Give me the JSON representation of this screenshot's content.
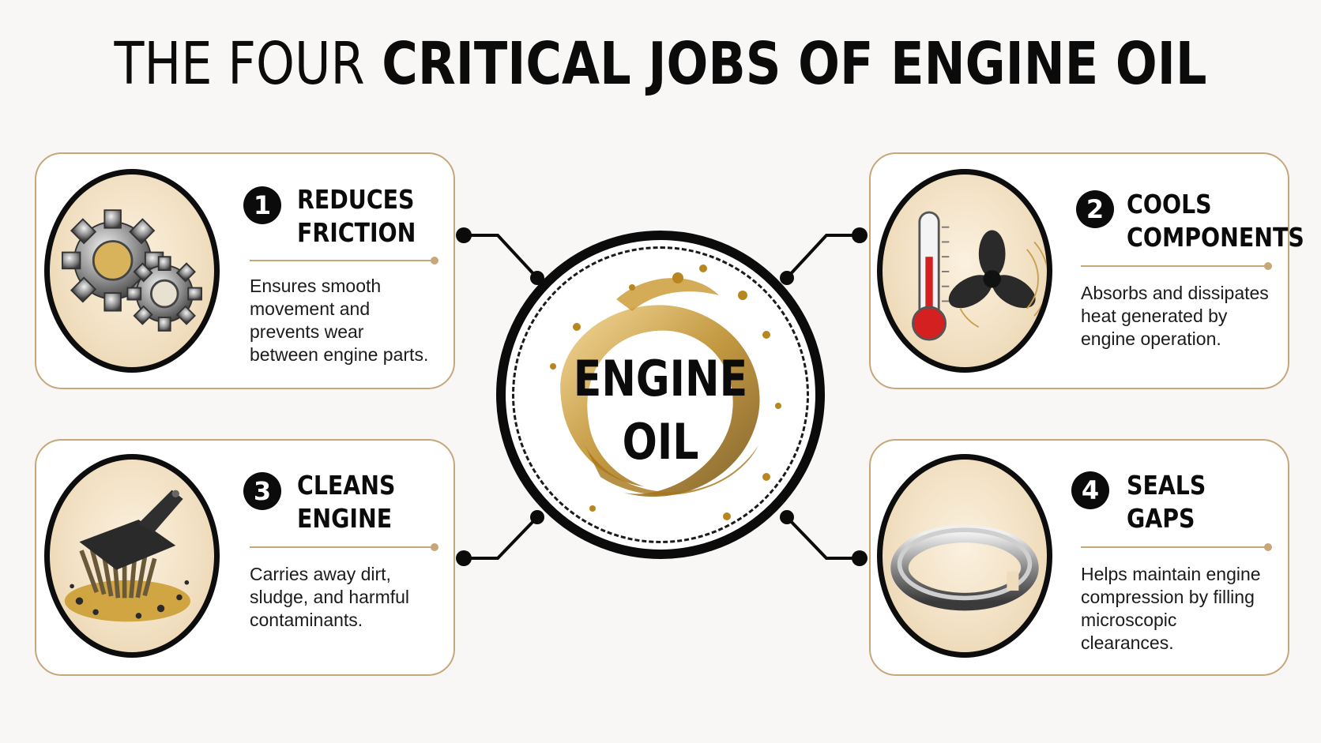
{
  "title": {
    "light": "THE FOUR",
    "bold": "CRITICAL JOBS OF ENGINE OIL"
  },
  "center": {
    "line1": "ENGINE",
    "line2": "OIL"
  },
  "cards": [
    {
      "number": "1",
      "heading": [
        "REDUCES",
        "FRICTION"
      ],
      "description": [
        "Ensures smooth",
        "movement and",
        "prevents wear",
        "between engine parts."
      ],
      "icon": "gears-icon"
    },
    {
      "number": "2",
      "heading": [
        "COOLS",
        "COMPONENTS"
      ],
      "description": [
        "Absorbs and dissipates",
        "heat generated by",
        "engine operation."
      ],
      "icon": "thermometer-fan-icon"
    },
    {
      "number": "3",
      "heading": [
        "CLEANS",
        "ENGINE"
      ],
      "description": [
        "Carries away dirt,",
        "sludge, and harmful",
        "contaminants."
      ],
      "icon": "brush-icon"
    },
    {
      "number": "4",
      "heading": [
        "SEALS",
        "GAPS"
      ],
      "description": [
        "Helps maintain engine",
        "compression by filling",
        "microscopic",
        "clearances."
      ],
      "icon": "piston-ring-icon"
    }
  ],
  "colors": {
    "accent": "#c7a77a",
    "ink": "#0b0b0b",
    "oil": "#b8861f",
    "background": "#f8f7f5"
  }
}
